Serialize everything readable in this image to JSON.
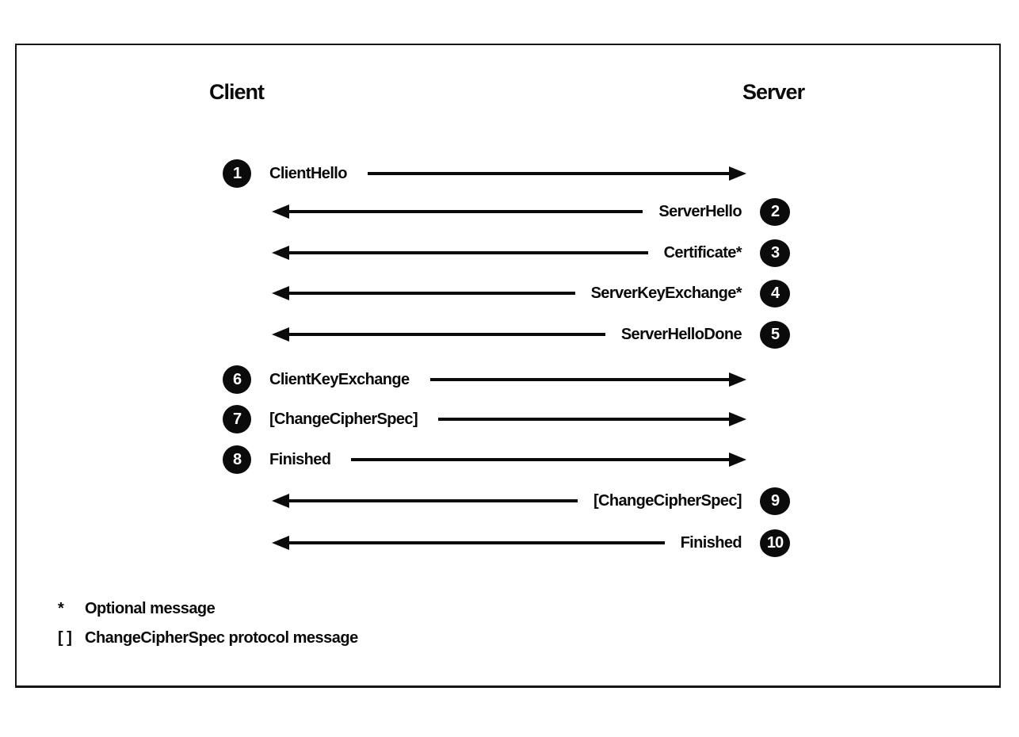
{
  "diagram": {
    "title_semantic": "TLS handshake message sequence",
    "client_header": "Client",
    "server_header": "Server",
    "messages": [
      {
        "num": "1",
        "label": "ClientHello",
        "direction": "client-to-server"
      },
      {
        "num": "2",
        "label": "ServerHello",
        "direction": "server-to-client"
      },
      {
        "num": "3",
        "label": "Certificate*",
        "direction": "server-to-client"
      },
      {
        "num": "4",
        "label": "ServerKeyExchange*",
        "direction": "server-to-client"
      },
      {
        "num": "5",
        "label": "ServerHelloDone",
        "direction": "server-to-client"
      },
      {
        "num": "6",
        "label": "ClientKeyExchange",
        "direction": "client-to-server"
      },
      {
        "num": "7",
        "label": "[ChangeCipherSpec]",
        "direction": "client-to-server"
      },
      {
        "num": "8",
        "label": "Finished",
        "direction": "client-to-server"
      },
      {
        "num": "9",
        "label": "[ChangeCipherSpec]",
        "direction": "server-to-client"
      },
      {
        "num": "10",
        "label": "Finished",
        "direction": "server-to-client"
      }
    ],
    "legend": [
      {
        "symbol": "*",
        "text": "Optional message"
      },
      {
        "symbol": "[ ]",
        "text": "ChangeCipherSpec protocol message"
      }
    ],
    "icons": {
      "arrow_right": "arrowhead-right-icon",
      "arrow_left": "arrowhead-left-icon"
    },
    "colors": {
      "ink": "#0b0b0b",
      "background": "#ffffff",
      "border": "#161616"
    }
  }
}
